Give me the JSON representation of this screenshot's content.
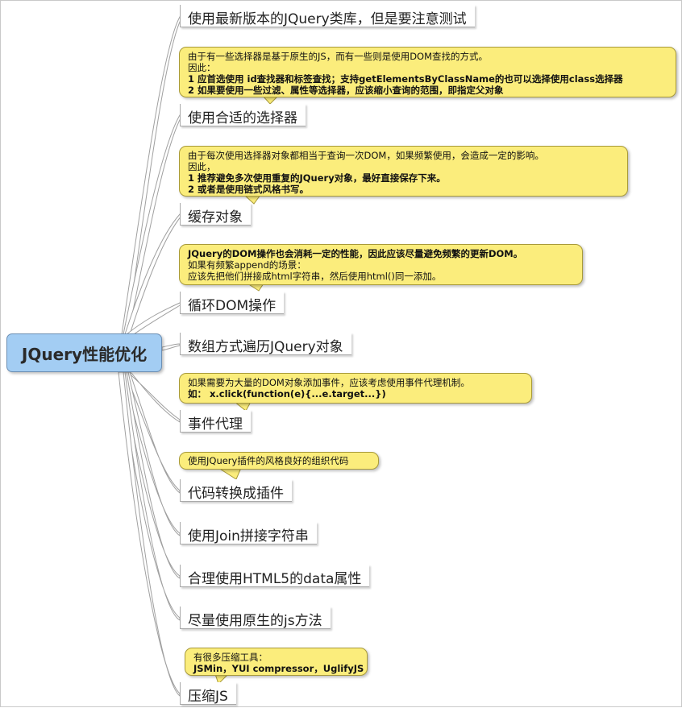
{
  "root": {
    "label": "JQuery性能优化"
  },
  "topics": [
    {
      "label": "使用最新版本的JQuery类库，但是要注意测试"
    },
    {
      "label": "使用合适的选择器"
    },
    {
      "label": "缓存对象"
    },
    {
      "label": "循环DOM操作"
    },
    {
      "label": "数组方式遍历JQuery对象"
    },
    {
      "label": "事件代理"
    },
    {
      "label": "代码转换成插件"
    },
    {
      "label": "使用Join拼接字符串"
    },
    {
      "label": "合理使用HTML5的data属性"
    },
    {
      "label": "尽量使用原生的js方法"
    },
    {
      "label": "压缩JS"
    }
  ],
  "notes": {
    "selector": [
      "由于有一些选择器是基于原生的JS，而有一些则是使用DOM查找的方式。",
      "因此：",
      "1 应首选使用 id查找器和标签查找；支持getElementsByClassName的也可以选择使用class选择器",
      "2 如果要使用一些过滤、属性等选择器，应该缩小查询的范围，即指定父对象"
    ],
    "cache": [
      "由于每次使用选择器对象都相当于查询一次DOM，如果频繁使用，会造成一定的影响。",
      "因此，",
      "1 推荐避免多次使用重复的JQuery对象，最好直接保存下来。",
      "2 或者是使用链式风格书写。"
    ],
    "loop_dom": [
      "JQuery的DOM操作也会消耗一定的性能，因此应该尽量避免频繁的更新DOM。",
      "如果有频繁append的场景：",
      "应该先把他们拼接成html字符串，然后使用html()同一添加。"
    ],
    "event_delegate": [
      "如果需要为大量的DOM对象添加事件，应该考虑使用事件代理机制。",
      "如：  x.click(function(e){...e.target...})"
    ],
    "plugin": [
      "使用JQuery插件的风格良好的组织代码"
    ],
    "compress": [
      "有很多压缩工具：",
      "JSMin，YUI compressor，UglifyJS"
    ]
  }
}
